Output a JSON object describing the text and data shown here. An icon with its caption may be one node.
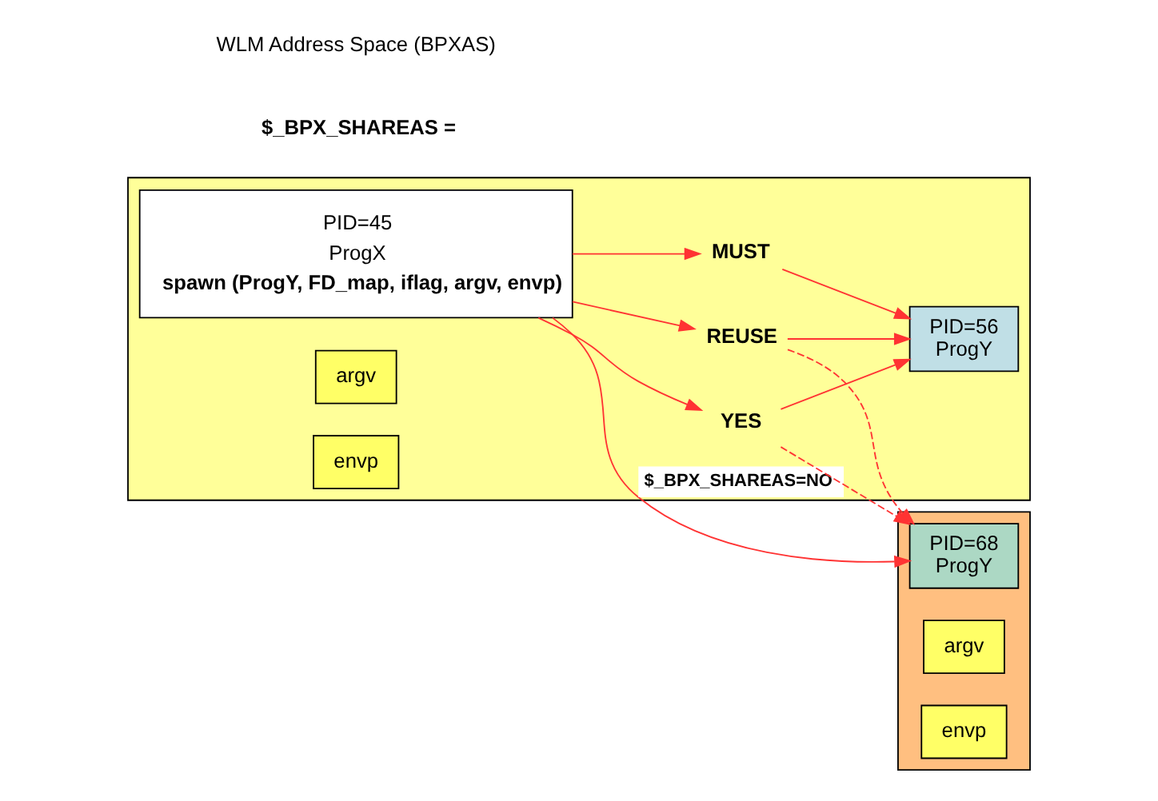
{
  "diagram": {
    "nodes": [
      {
        "text": [],
        "shape": "box"
      },
      {
        "text": [
          "PID=45",
          "ProgX",
          "spawn (ProgY, FD_map, iflag, argv, envp)"
        ],
        "in": 0
      },
      {
        "text": [
          "MUST"
        ],
        "in": 0
      },
      {
        "text": [
          "REUSE"
        ],
        "in": 0
      },
      {
        "text": [
          "YES"
        ],
        "in": 0
      },
      {
        "text": [
          "PID=56",
          "ProgY"
        ],
        "in": 0
      },
      {
        "text": [
          "argv"
        ],
        "in": 0
      },
      {
        "text": [
          "envp"
        ],
        "in": 0
      },
      {
        "text": [],
        "shape": "box"
      },
      {
        "text": [
          "PID=68",
          "ProgY"
        ],
        "in": 8
      },
      {
        "text": [
          "argv"
        ],
        "in": 8
      },
      {
        "text": [
          "envp"
        ],
        "in": 8
      }
    ],
    "edges": [
      {
        "from": 1,
        "to": 2,
        "arrow": "to"
      },
      {
        "from": 1,
        "to": 3,
        "arrow": "to"
      },
      {
        "from": 1,
        "to": 4,
        "arrow": "to"
      },
      {
        "from": 2,
        "to": 5,
        "arrow": "to"
      },
      {
        "from": 3,
        "to": 5,
        "arrow": "to"
      },
      {
        "from": 4,
        "to": 5,
        "arrow": "to"
      },
      {
        "from": 4,
        "to": 9,
        "arrow": "to",
        "style": "dashed"
      },
      {
        "from": 3,
        "to": 9,
        "arrow": "to",
        "style": "dashed"
      },
      {
        "from": 1,
        "to": 9,
        "arrow": "to",
        "label": "$_BPX_SHAREAS=NO"
      }
    ],
    "labels": [
      "$_BPX_SHAREAS =",
      "WLM Address Space (BPXAS)"
    ]
  }
}
